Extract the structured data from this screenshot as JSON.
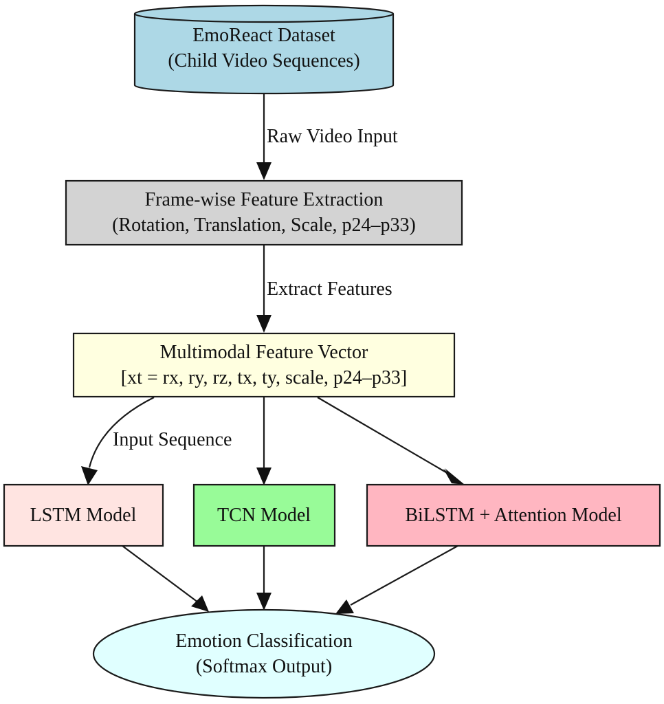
{
  "diagram": {
    "type": "flowchart",
    "nodes": [
      {
        "id": "dataset",
        "shape": "cylinder",
        "fill": "#add8e6",
        "lines": [
          "EmoReact Dataset",
          "(Child Video Sequences)"
        ]
      },
      {
        "id": "extraction",
        "shape": "box",
        "fill": "#d3d3d3",
        "lines": [
          "Frame-wise Feature Extraction",
          "(Rotation, Translation, Scale, p24–p33)"
        ]
      },
      {
        "id": "vector",
        "shape": "box",
        "fill": "#ffffe0",
        "lines": [
          "Multimodal Feature Vector",
          "[xt = rx, ry, rz, tx, ty, scale, p24–p33]"
        ]
      },
      {
        "id": "lstm",
        "shape": "box",
        "fill": "#ffe4e1",
        "lines": [
          "LSTM Model"
        ]
      },
      {
        "id": "tcn",
        "shape": "box",
        "fill": "#98fb98",
        "lines": [
          "TCN Model"
        ]
      },
      {
        "id": "bilstm",
        "shape": "box",
        "fill": "#ffb6c1",
        "lines": [
          "BiLSTM + Attention Model"
        ]
      },
      {
        "id": "output",
        "shape": "ellipse",
        "fill": "#e0ffff",
        "lines": [
          "Emotion Classification",
          "(Softmax Output)"
        ]
      }
    ],
    "edges": [
      {
        "from": "dataset",
        "to": "extraction",
        "label": "Raw Video Input"
      },
      {
        "from": "extraction",
        "to": "vector",
        "label": "Extract Features"
      },
      {
        "from": "vector",
        "to": "lstm",
        "label": "Input Sequence"
      },
      {
        "from": "vector",
        "to": "tcn",
        "label": ""
      },
      {
        "from": "vector",
        "to": "bilstm",
        "label": ""
      },
      {
        "from": "lstm",
        "to": "output",
        "label": ""
      },
      {
        "from": "tcn",
        "to": "output",
        "label": ""
      },
      {
        "from": "bilstm",
        "to": "output",
        "label": ""
      }
    ]
  }
}
